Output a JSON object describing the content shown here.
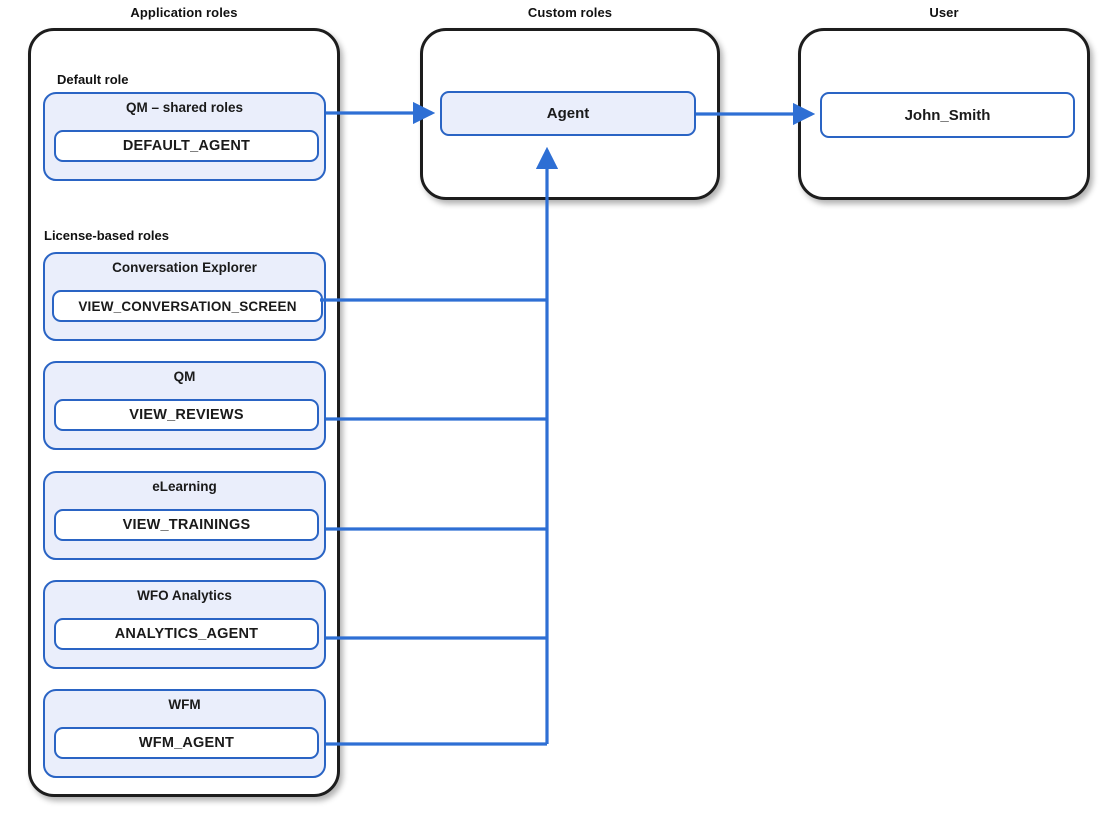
{
  "columns": [
    {
      "caption": "Application roles"
    },
    {
      "caption": "Custom roles"
    },
    {
      "caption": "User"
    }
  ],
  "application_roles": {
    "sections": [
      {
        "label": "Default role"
      },
      {
        "label": "License-based roles"
      }
    ],
    "default_roles": [
      {
        "title": "QM – shared roles",
        "permission": "DEFAULT_AGENT"
      }
    ],
    "license_roles": [
      {
        "title": "Conversation Explorer",
        "permission": "VIEW_CONVERSATION_SCREEN"
      },
      {
        "title": "QM",
        "permission": "VIEW_REVIEWS"
      },
      {
        "title": "eLearning",
        "permission": "VIEW_TRAININGS"
      },
      {
        "title": "WFO Analytics",
        "permission": "ANALYTICS_AGENT"
      },
      {
        "title": "WFM",
        "permission": "WFM_AGENT"
      }
    ]
  },
  "custom_roles": {
    "nodes": [
      {
        "label": "Agent"
      }
    ]
  },
  "user": {
    "nodes": [
      {
        "label": "John_Smith"
      }
    ]
  },
  "colors": {
    "connector": "#2e6fd4",
    "node_border": "#2a64c4",
    "node_fill": "#eaeefb",
    "container_border": "#1d1d1d",
    "background": "#ffffff",
    "text": "#1a1a1a"
  }
}
